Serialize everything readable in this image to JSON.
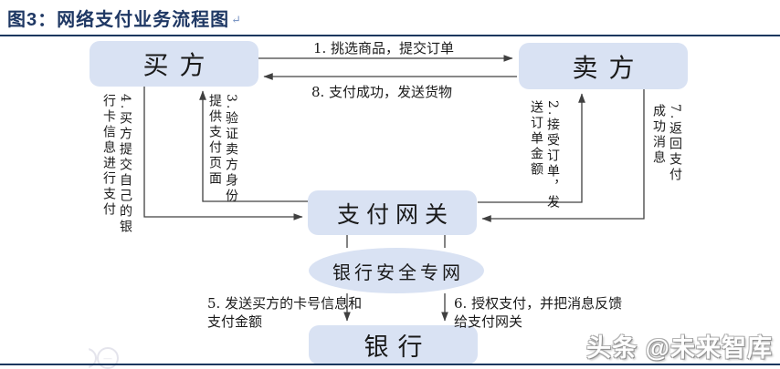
{
  "title": {
    "label": "图3：网络支付业务流程图",
    "return_mark": "↵"
  },
  "colors": {
    "accent_navy": "#17375e",
    "node_fill": "#d9e2f3",
    "line": "#404040"
  },
  "nodes": {
    "buyer": "买方",
    "seller": "卖方",
    "gateway": "支付网关",
    "secure_network": "银行安全专网",
    "bank": "银行"
  },
  "edges": {
    "e1": "1. 挑选商品，提交订单",
    "e8": "8. 支付成功，发送货物",
    "e2": "2.接受订单，发\n送订单金额",
    "e7": "7.返回支付\n成功消息",
    "e3": "3.验证卖方身份\n提供支付页面",
    "e4": "4.买方提交自己的银\n行卡信息进行支付",
    "e5": "5. 发送买方的卡号信息和\n支付金额",
    "e6": "6. 授权支付，并把消息反馈\n给支付网关"
  },
  "watermark": "头条 @未来智库",
  "page_widgets": {
    "circle_glyph": "—"
  }
}
